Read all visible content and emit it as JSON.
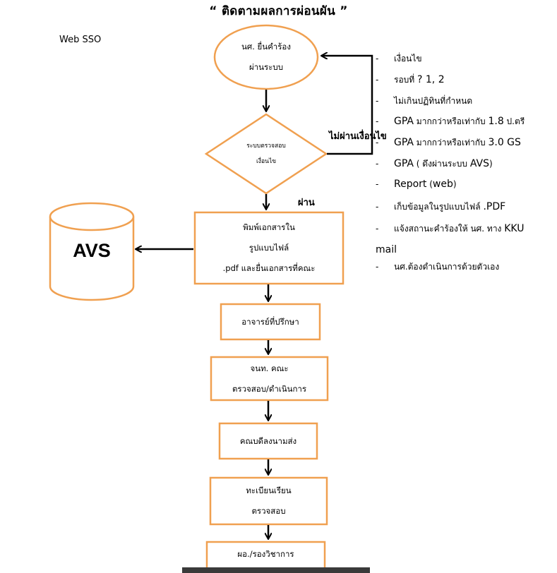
{
  "title": "“ ติดตามผลการผ่อนผัน ”",
  "web_sso": "Web SSO",
  "nodes": {
    "start": {
      "lines": [
        "นศ. ยื่นคำร้อง",
        "ผ่านระบบ"
      ]
    },
    "decision": {
      "lines": [
        "ระบบตรวจสอบ",
        "เงื่อนไข"
      ]
    },
    "print": {
      "lines": [
        "พิมพ์เอกสารใน",
        "รูปแบบไฟล์",
        ".pdf และยื่นเอกสารที่คณะ"
      ]
    },
    "advisor": {
      "lines": [
        "อาจารย์ที่ปรึกษา"
      ]
    },
    "staff": {
      "lines": [
        "จนท. คณะ",
        "ตรวจสอบ/ดำเนินการ"
      ]
    },
    "dean": {
      "lines": [
        "คณบดีลงนามส่ง"
      ]
    },
    "registrar": {
      "lines": [
        "ทะเบียนเรียน",
        "ตรวจสอบ"
      ]
    },
    "vice": {
      "lines": [
        "ผอ./รองวิชาการ"
      ]
    }
  },
  "avs": "AVS",
  "labels": {
    "fail": "ไม่ผ่านเงื่อนไข",
    "pass": "ผ่าน"
  },
  "conditions_dash": "-",
  "conditions": [
    {
      "text": "เงื่อนไข"
    },
    {
      "text": "รอบที่ ",
      "big": "? 1, 2"
    },
    {
      "text": "ไม่เกินปฏิทินที่กำหนด"
    },
    {
      "big1": "GPA",
      "text": " มากกว่าหรือเท่ากับ ",
      "big": "1.8",
      "tail": " ป.ตรี"
    },
    {
      "big1": "GPA",
      "text": " มากกว่าหรือเท่ากับ ",
      "big": "3.0  GS"
    },
    {
      "big1": "GPA",
      "text": "   ( ดึงผ่านระบบ ",
      "big": "AVS",
      "tail": ")"
    },
    {
      "big1": "Report",
      "text": " (",
      "big": "web",
      "tail": ")"
    },
    {
      "text": "เก็บข้อมูลในรูปแบบไฟล์ ",
      "big": ".PDF"
    },
    {
      "text": "แจ้งสถานะคำร้องให้ นศ. ทาง ",
      "big": "KKU mail"
    },
    {
      "text": "นศ.ต้องดำเนินการด้วยตัวเอง"
    }
  ],
  "colors": {
    "shape_stroke": "#F0A050",
    "arrow": "#000000"
  }
}
